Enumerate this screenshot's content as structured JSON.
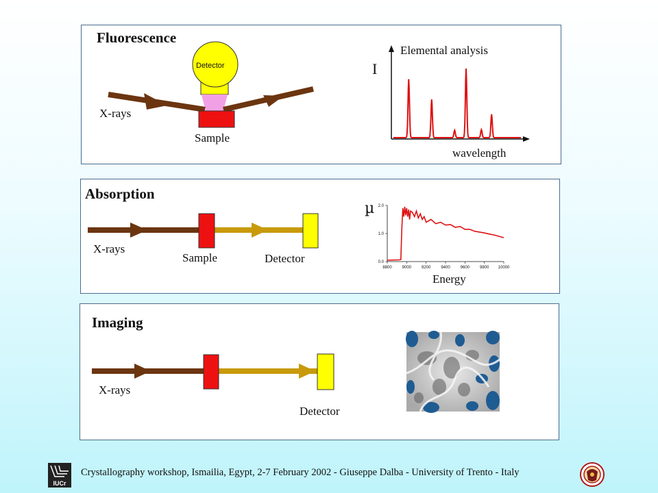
{
  "fluorescence": {
    "title": "Fluorescence",
    "detector_label": "Detector",
    "xrays_label": "X-rays",
    "sample_label": "Sample",
    "chart_title": "Elemental analysis",
    "y_axis_label": "I",
    "x_axis_label": "wavelength"
  },
  "absorption": {
    "title": "Absorption",
    "xrays_label": "X-rays",
    "sample_label": "Sample",
    "detector_label": "Detector",
    "y_axis_label": "µ",
    "x_axis_label": "Energy"
  },
  "imaging": {
    "title": "Imaging",
    "xrays_label": "X-rays",
    "detector_label": "Detector"
  },
  "footer": {
    "text": "Crystallography workshop, Ismailia, Egypt, 2-7 February  2002 - Giuseppe Dalba -  University of Trento - Italy",
    "left_logo_text": "IUCr"
  },
  "colors": {
    "beam_brown": "#6b3510",
    "beam_gold": "#c89a0a",
    "sample_red": "#ee1111",
    "detector_yellow": "#ffff00",
    "spectrum_red": "#dd1111"
  },
  "chart_data": [
    {
      "type": "line",
      "title": "Elemental analysis",
      "xlabel": "wavelength",
      "ylabel": "I",
      "peaks": [
        {
          "x": 0.12,
          "height": 0.95
        },
        {
          "x": 0.3,
          "height": 0.62
        },
        {
          "x": 0.48,
          "height": 0.12
        },
        {
          "x": 0.57,
          "height": 1.12
        },
        {
          "x": 0.69,
          "height": 0.13
        },
        {
          "x": 0.77,
          "height": 0.38
        }
      ]
    },
    {
      "type": "line",
      "xlabel": "Energy",
      "ylabel": "µ",
      "xlim": [
        8800,
        10000
      ],
      "ylim": [
        0.0,
        2.0
      ],
      "x_ticks": [
        8800,
        9000,
        9200,
        9400,
        9600,
        9800,
        10000
      ],
      "y_ticks": [
        "0.0",
        "1.0",
        "2.0"
      ],
      "x": [
        8800,
        8920,
        8940,
        8950,
        8960,
        8970,
        8980,
        8990,
        9000,
        9010,
        9020,
        9030,
        9040,
        9060,
        9080,
        9100,
        9120,
        9140,
        9160,
        9180,
        9200,
        9250,
        9300,
        9350,
        9400,
        9450,
        9500,
        9550,
        9600,
        9650,
        9700,
        9750,
        9800,
        9850,
        9900,
        9950,
        10000
      ],
      "y": [
        0.05,
        0.06,
        0.07,
        1.2,
        1.9,
        1.6,
        1.95,
        1.65,
        1.9,
        1.6,
        1.85,
        1.5,
        1.8,
        1.75,
        1.6,
        1.8,
        1.55,
        1.7,
        1.5,
        1.6,
        1.4,
        1.5,
        1.35,
        1.4,
        1.3,
        1.32,
        1.22,
        1.25,
        1.15,
        1.15,
        1.08,
        1.05,
        1.02,
        0.98,
        0.95,
        0.9,
        0.85
      ]
    }
  ]
}
